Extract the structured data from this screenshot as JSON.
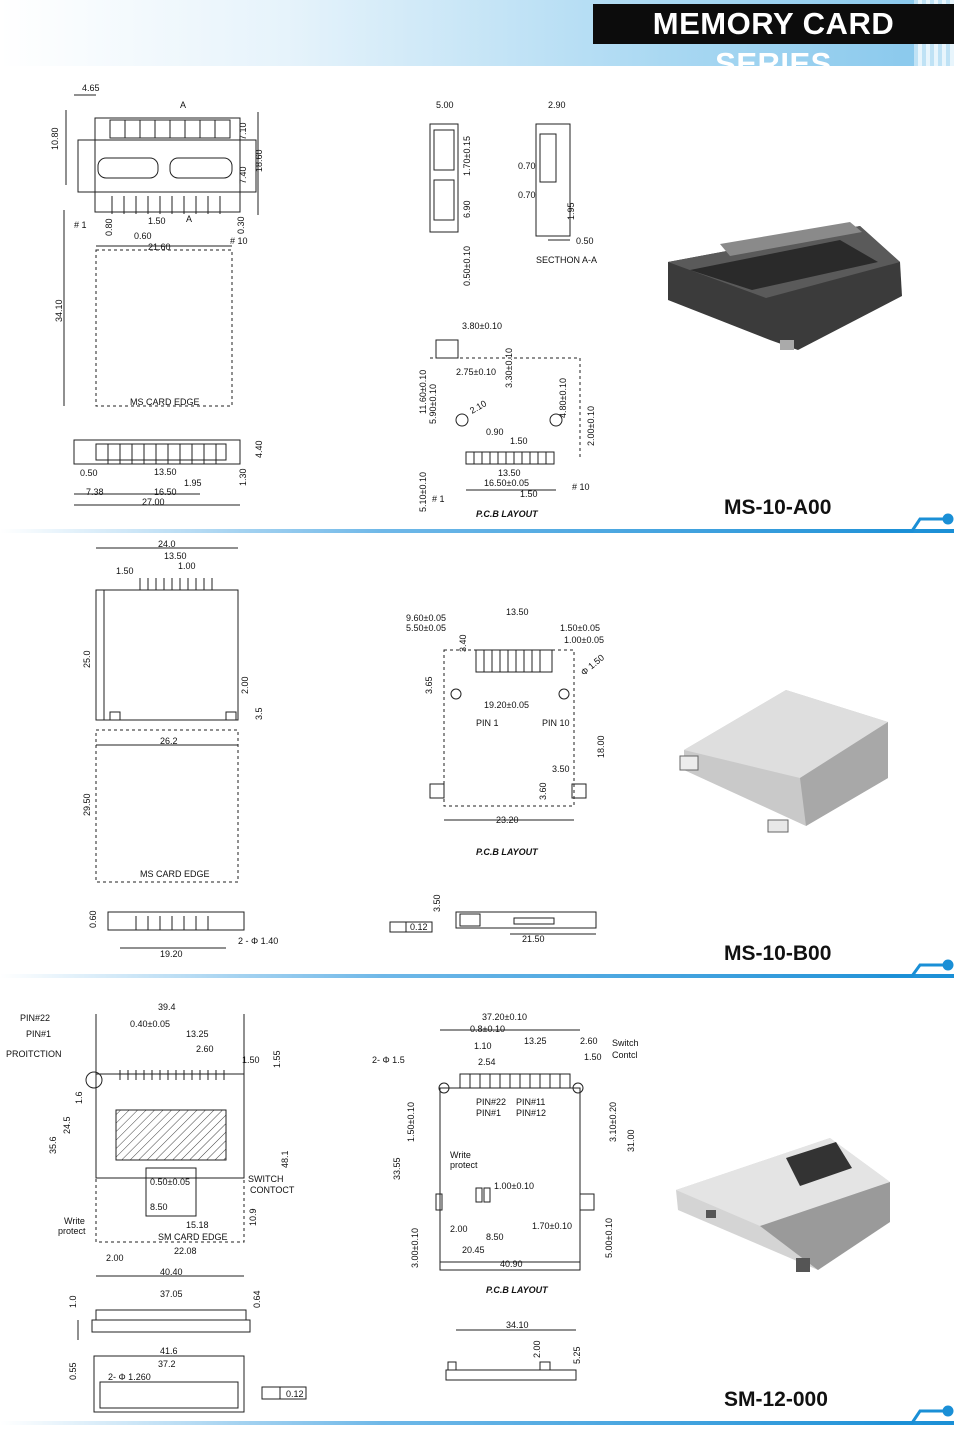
{
  "header": {
    "title": "MEMORY CARD SERIES"
  },
  "colors": {
    "accent": "#1a8fd6",
    "title_bg": "#0c0c0c"
  },
  "sections": [
    {
      "model": "MS-10-A00",
      "labels": {
        "card_edge": "MS CARD EDGE",
        "section": "SECTHON  A-A",
        "pcb": "P.C.B LAYOUT",
        "pin1": "# 1",
        "pin10": "# 10",
        "cut_a": "A"
      },
      "dims": {
        "d1": "4.65",
        "d2": "10.80",
        "d3": "7.10",
        "d4": "18.60",
        "d5": "7.40",
        "d6": "1.50",
        "d7": "0.80",
        "d8": "0.60",
        "d9": "0.30",
        "d10": "21.60",
        "d11": "34.10",
        "d12": "4.40",
        "d13": "0.50",
        "d14": "13.50",
        "d15": "1.95",
        "d16": "1.30",
        "d17": "7.38",
        "d18": "16.50",
        "d19": "27.00",
        "s1": "5.00",
        "s2": "1.70±0.15",
        "s3": "6.90",
        "s4": "0.50±0.10",
        "s5": "2.90",
        "s6": "0.70",
        "s7": "0.70",
        "s8": "1.95",
        "s9": "0.50",
        "p1": "3.80±0.10",
        "p2": "2.75±0.10",
        "p3": "3.30±0.10",
        "p4": "11.60±0.10",
        "p5": "5.90±0.10",
        "p6": "2.10",
        "p7": "4.80±0.10",
        "p8": "0.90",
        "p9": "1.50",
        "p10": "2.00±0.10",
        "p11": "13.50",
        "p12": "16.50±0.05",
        "p13": "1.50",
        "p14": "5.10±0.10"
      }
    },
    {
      "model": "MS-10-B00",
      "labels": {
        "card_edge": "MS CARD EDGE",
        "pcb": "P.C.B LAYOUT",
        "pin1": "PIN  1",
        "pin10": "PIN  10"
      },
      "dims": {
        "a1": "24.0",
        "a2": "13.50",
        "a3": "1.50",
        "a4": "1.00",
        "a5": "25.0",
        "a6": "2.00",
        "a7": "3.5",
        "a8": "26.2",
        "a9": "29.50",
        "a10": "0.60",
        "a11": "2 - Φ 1.40",
        "a12": "19.20",
        "b1": "9.60±0.05",
        "b2": "5.50±0.05",
        "b3": "13.50",
        "b4": "1.50±0.05",
        "b5": "1.00±0.05",
        "b6": "3.40",
        "b7": "3.65",
        "b8": "Φ 1.50",
        "b9": "19.20±0.05",
        "b10": "18.00",
        "b11": "3.50",
        "b12": "3.60",
        "b13": "23.20",
        "b14": "3.50",
        "b15": "0.12",
        "b16": "21.50"
      }
    },
    {
      "model": "SM-12-000",
      "labels": {
        "pin22": "PIN#22",
        "pin1": "PIN#1",
        "protection": "PROITCTION",
        "switch": "SWITCH",
        "contact": "CONTOCT",
        "write": "Write",
        "protect": "protect",
        "card_edge": "SM CARD EDGE",
        "pcb": "P.C.B LAYOUT",
        "r_pin22": "PIN#22",
        "r_pin1": "PIN#1",
        "r_pin11": "PIN#11",
        "r_pin12": "PIN#12",
        "r_switch": "Switch",
        "r_contact": "Contcl",
        "r_write": "Write",
        "r_protect": "protect"
      },
      "dims": {
        "c1": "39.4",
        "c2": "0.40±0.05",
        "c3": "13.25",
        "c4": "2.60",
        "c5": "1.50",
        "c6": "1.55",
        "c7": "1.6",
        "c8": "35.6",
        "c9": "24.5",
        "c10": "48.1",
        "c11": "0.50±0.05",
        "c12": "8.50",
        "c13": "15.18",
        "c14": "10.9",
        "c15": "2.00",
        "c16": "22.08",
        "c17": "40.40",
        "c18": "1.0",
        "c19": "37.05",
        "c20": "0.64",
        "c21": "0.55",
        "c22": "41.6",
        "c23": "37.2",
        "c24": "2- Φ 1.260",
        "c25": "0.12",
        "e1": "37.20±0.10",
        "e2": "0.8±0.10",
        "e3": "1.10",
        "e4": "13.25",
        "e5": "2.60",
        "e6": "1.50",
        "e7": "2.54",
        "e8": "2- Φ 1.5",
        "e9": "1.50±0.10",
        "e10": "33.55",
        "e11": "3.10±0.20",
        "e12": "31.00",
        "e13": "1.00±0.10",
        "e14": "2.00",
        "e15": "8.50",
        "e16": "1.70±0.10",
        "e17": "3.00±0.10",
        "e18": "20.45",
        "e19": "40.90",
        "e20": "5.00±0.10",
        "e21": "34.10",
        "e22": "2.00",
        "e23": "5.25"
      }
    }
  ]
}
